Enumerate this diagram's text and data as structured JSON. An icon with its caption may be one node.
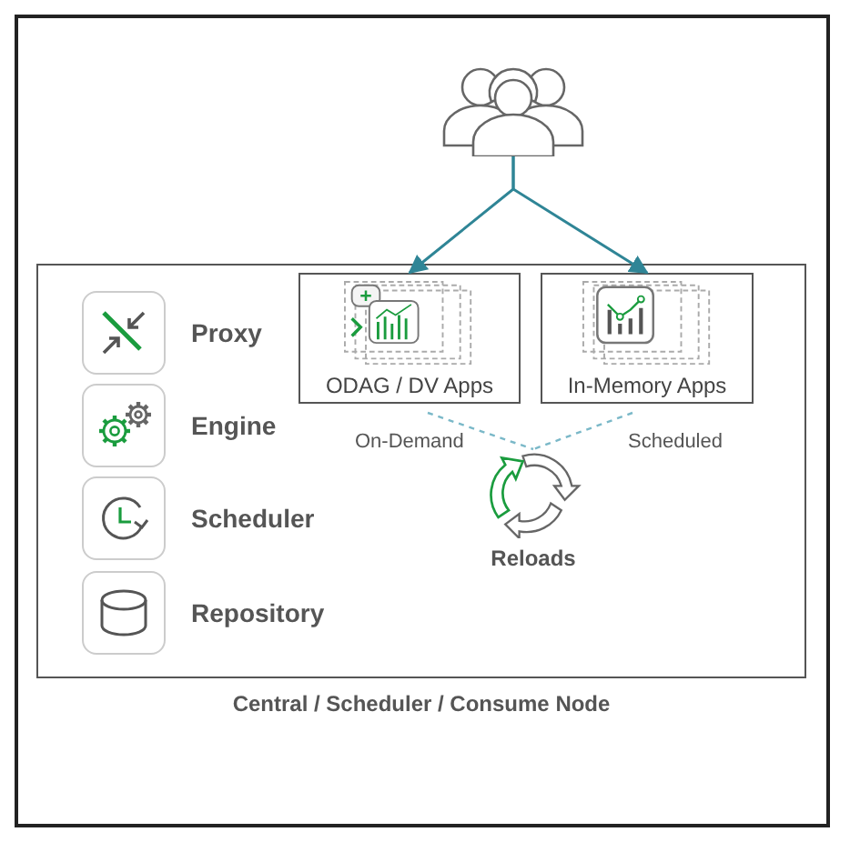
{
  "diagram": {
    "nodes": [
      {
        "text": [],
        "shape": "person"
      },
      {
        "text": [
          "Central / Scheduler / Consume Node"
        ]
      },
      {
        "text": [
          "ODAG / DV Apps"
        ],
        "in": 1
      },
      {
        "text": [
          "In-Memory Apps"
        ],
        "in": 1
      },
      {
        "text": [
          "Reloads"
        ],
        "in": 1
      },
      {
        "text": [
          "Proxy"
        ],
        "in": 1
      },
      {
        "text": [
          "Engine"
        ],
        "in": 1
      },
      {
        "text": [
          "Scheduler"
        ],
        "in": 1
      },
      {
        "text": [
          "Repository"
        ],
        "in": 1
      }
    ],
    "edges": [
      {
        "from": 0,
        "to": 2,
        "arrow": "to"
      },
      {
        "from": 0,
        "to": 3,
        "arrow": "to"
      },
      {
        "from": 2,
        "to": 4,
        "arrow": "none",
        "label": "On-Demand",
        "style": "dashed",
        "color": "#7ab8c8"
      },
      {
        "from": 3,
        "to": 4,
        "arrow": "none",
        "label": "Scheduled",
        "style": "dashed",
        "color": "#7ab8c8"
      }
    ]
  }
}
